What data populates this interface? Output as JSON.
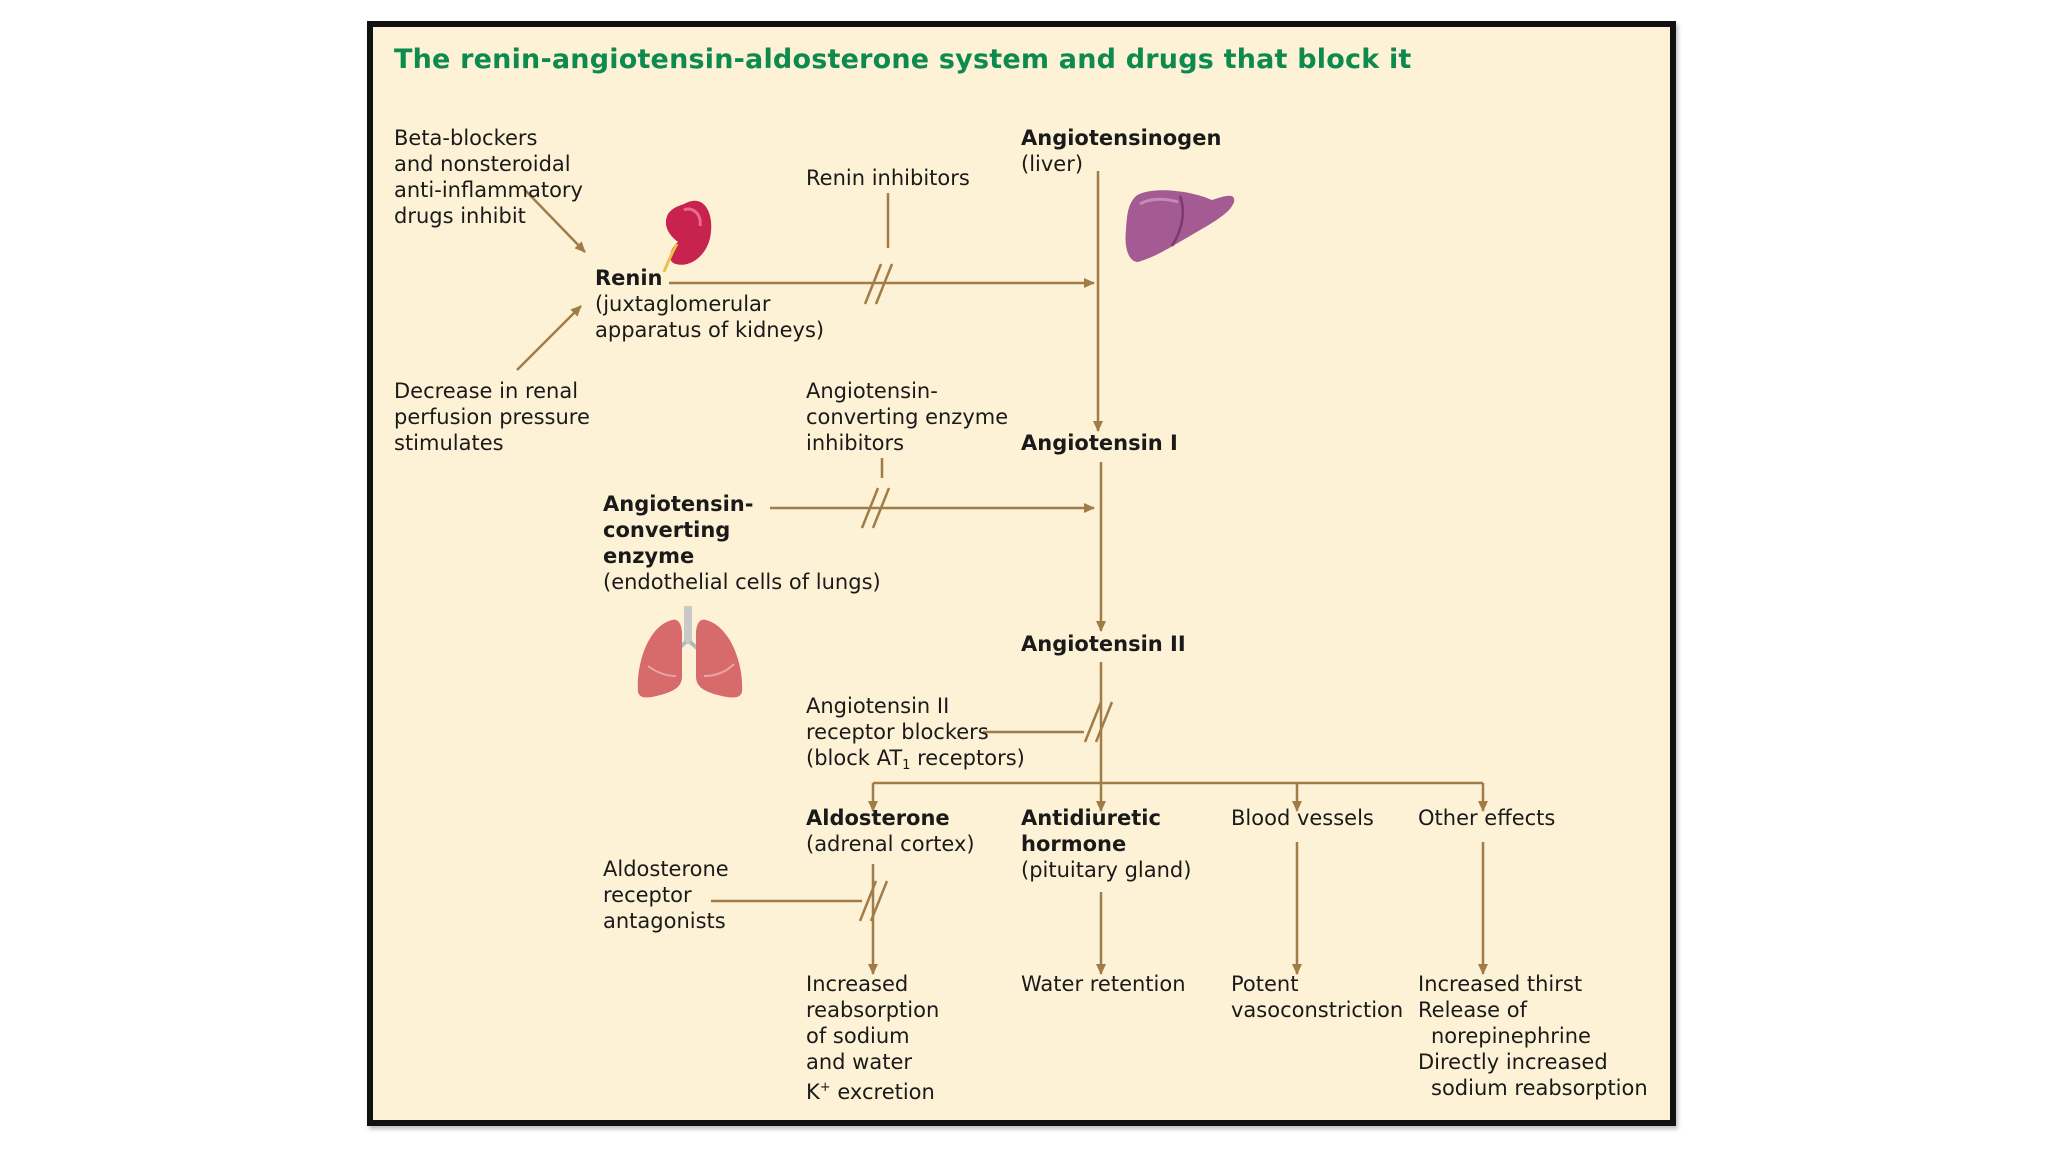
{
  "title": "The renin-angiotensin-aldosterone system and drugs that block it",
  "colors": {
    "background": "#fdf2d6",
    "title": "#0d8a4e",
    "arrow": "#a07c48",
    "border": "#111111"
  },
  "labels": {
    "beta_blockers": [
      "Beta-blockers",
      "and nonsteroidal",
      "anti-inflammatory",
      "drugs inhibit"
    ],
    "renin_inhibitors": "Renin inhibitors",
    "angiotensinogen": {
      "name": "Angiotensinogen",
      "source": "(liver)"
    },
    "renin": {
      "name": "Renin",
      "source": [
        "(juxtaglomerular",
        "apparatus of kidneys)"
      ]
    },
    "decrease_renal": [
      "Decrease in renal",
      "perfusion pressure",
      "stimulates"
    ],
    "ace_inhibitors": [
      "Angiotensin-",
      "converting enzyme",
      "inhibitors"
    ],
    "angiotensin_1": "Angiotensin I",
    "ace": {
      "name": [
        "Angiotensin-",
        "converting",
        "enzyme"
      ],
      "source": "(endothelial cells of lungs)"
    },
    "angiotensin_2": "Angiotensin II",
    "arb": {
      "line1": "Angiotensin II",
      "line2": "receptor blockers",
      "line3_pre": "(block AT",
      "line3_sub": "1",
      "line3_post": " receptors)"
    },
    "aldosterone": {
      "name": "Aldosterone",
      "source": "(adrenal cortex)"
    },
    "adh": {
      "name": [
        "Antidiuretic",
        "hormone"
      ],
      "source": "(pituitary gland)"
    },
    "blood_vessels": "Blood vessels",
    "other_effects": "Other effects",
    "aldo_antagonists": [
      "Aldosterone",
      "receptor",
      "antagonists"
    ],
    "sodium_effects": {
      "lines": [
        "Increased",
        "reabsorption",
        "of sodium",
        "and water"
      ],
      "k_base": "K",
      "k_sup": "+",
      "k_rest": " excretion"
    },
    "water_retention": "Water retention",
    "vasoconstriction": [
      "Potent",
      "vasoconstriction"
    ],
    "other_outcomes": [
      "Increased thirst",
      "Release of",
      "norepinephrine",
      "Directly increased",
      "sodium reabsorption"
    ]
  },
  "icons": [
    "kidney-icon",
    "liver-icon",
    "lungs-icon"
  ]
}
